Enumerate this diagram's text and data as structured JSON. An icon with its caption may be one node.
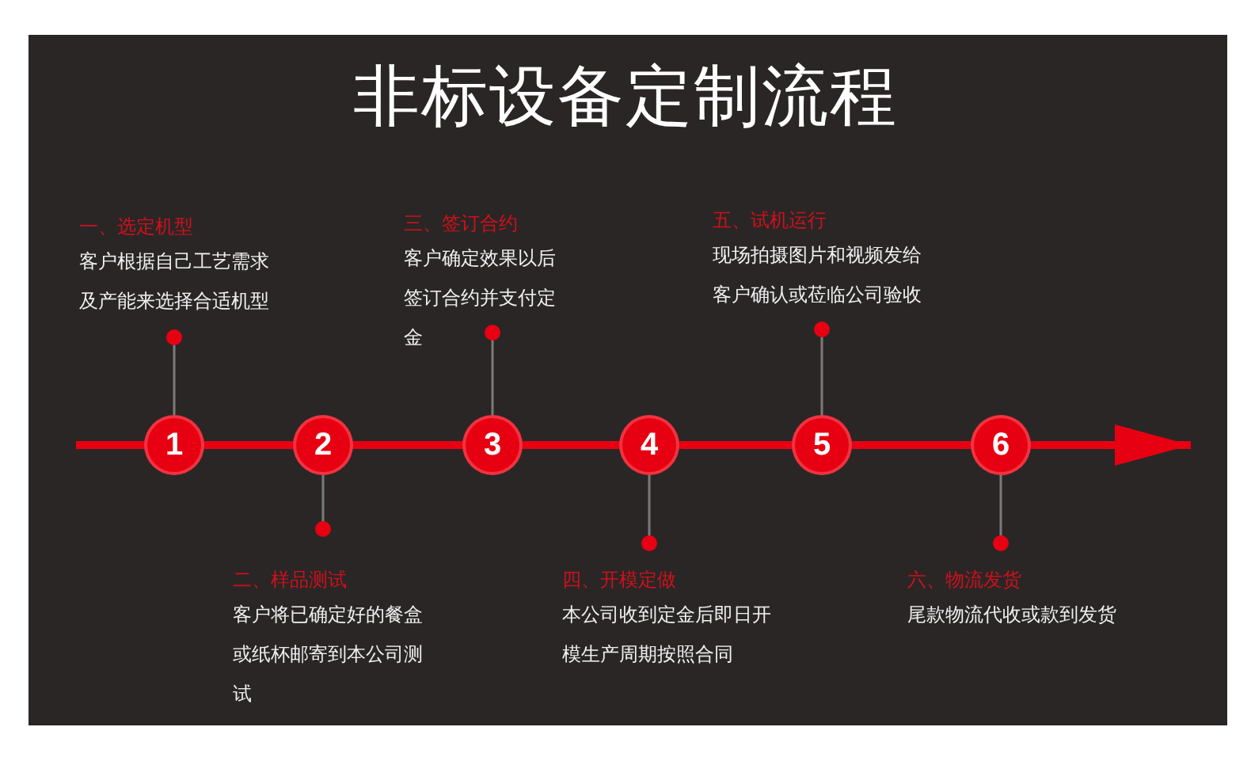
{
  "diagram": {
    "title": "非标设备定制流程",
    "nodes": [
      {
        "text": [
          "1"
        ]
      },
      {
        "text": [
          "2"
        ]
      },
      {
        "text": [
          "3"
        ]
      },
      {
        "text": [
          "4"
        ]
      },
      {
        "text": [
          "5"
        ]
      },
      {
        "text": [
          "6"
        ]
      },
      {
        "text": [
          "一、选定机型",
          "客户根据自己工艺需求及产能来选择合适机型"
        ]
      },
      {
        "text": [
          "二、样品测试",
          "客户将已确定好的餐盒或纸杯邮寄到本公司测试"
        ]
      },
      {
        "text": [
          "三、签订合约",
          "客户确定效果以后签订合约并支付定金"
        ]
      },
      {
        "text": [
          "四、开模定做",
          "本公司收到定金后即日开模生产周期按照合同"
        ]
      },
      {
        "text": [
          "五、试机运行",
          "现场拍摄图片和视频发给客户确认或莅临公司验收"
        ]
      },
      {
        "text": [
          "六、物流发货",
          "尾款物流代收或款到发货"
        ]
      }
    ],
    "edges": [
      {
        "from": null,
        "to": 0,
        "arrow": "none"
      },
      {
        "from": 0,
        "to": 1,
        "arrow": "none"
      },
      {
        "from": 1,
        "to": 2,
        "arrow": "none"
      },
      {
        "from": 2,
        "to": 3,
        "arrow": "none"
      },
      {
        "from": 3,
        "to": 4,
        "arrow": "none"
      },
      {
        "from": 4,
        "to": 5,
        "arrow": "none"
      },
      {
        "from": 5,
        "to": null,
        "arrow": "to"
      },
      {
        "from": 6,
        "to": 0,
        "arrow": "other",
        "color": "#7a7a7a"
      },
      {
        "from": 7,
        "to": 1,
        "arrow": "other",
        "color": "#7a7a7a"
      },
      {
        "from": 8,
        "to": 2,
        "arrow": "other",
        "color": "#7a7a7a"
      },
      {
        "from": 9,
        "to": 3,
        "arrow": "other",
        "color": "#7a7a7a"
      },
      {
        "from": 10,
        "to": 4,
        "arrow": "other",
        "color": "#7a7a7a"
      },
      {
        "from": 11,
        "to": 5,
        "arrow": "other",
        "color": "#7a7a7a"
      }
    ]
  }
}
